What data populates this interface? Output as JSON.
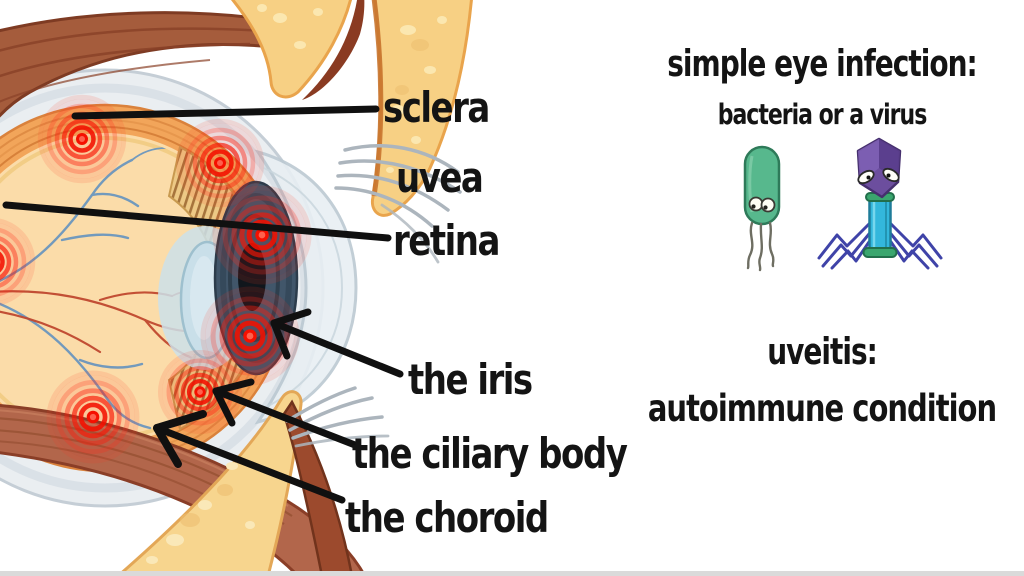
{
  "page": {
    "type": "educational eye-anatomy diagram frame",
    "background": "#ffffff"
  },
  "eye_diagram": {
    "name": "inflamed eye cross-section with uveitis hot spots",
    "labels": {
      "sclera": "sclera",
      "uvea": "uvea",
      "retina": "retina",
      "iris": "the iris",
      "ciliary_body": "the ciliary body",
      "choroid": "the choroid"
    },
    "inflammation_spot_count": 7
  },
  "infection_note": {
    "title": "simple eye infection:",
    "subtitle": "bacteria or a virus"
  },
  "uveitis_note": {
    "title": "uveitis:",
    "subtitle": "autoimmune condition"
  },
  "icons": {
    "bacterium": "bacterium-icon",
    "virus": "bacteriophage-virus-icon"
  },
  "colors": {
    "inflammation_red": "#f51000",
    "label_text": "#141414",
    "bacterium_green": "#57b88d",
    "virus_head_purple": "#6c4e9e",
    "virus_body_teal": "#33b7dc",
    "virus_legs_blue": "#3f43a8",
    "bone_yellow": "#f7d084",
    "muscle_red_brown": "#a55c3c",
    "footer_bar_gray": "#dadada"
  }
}
